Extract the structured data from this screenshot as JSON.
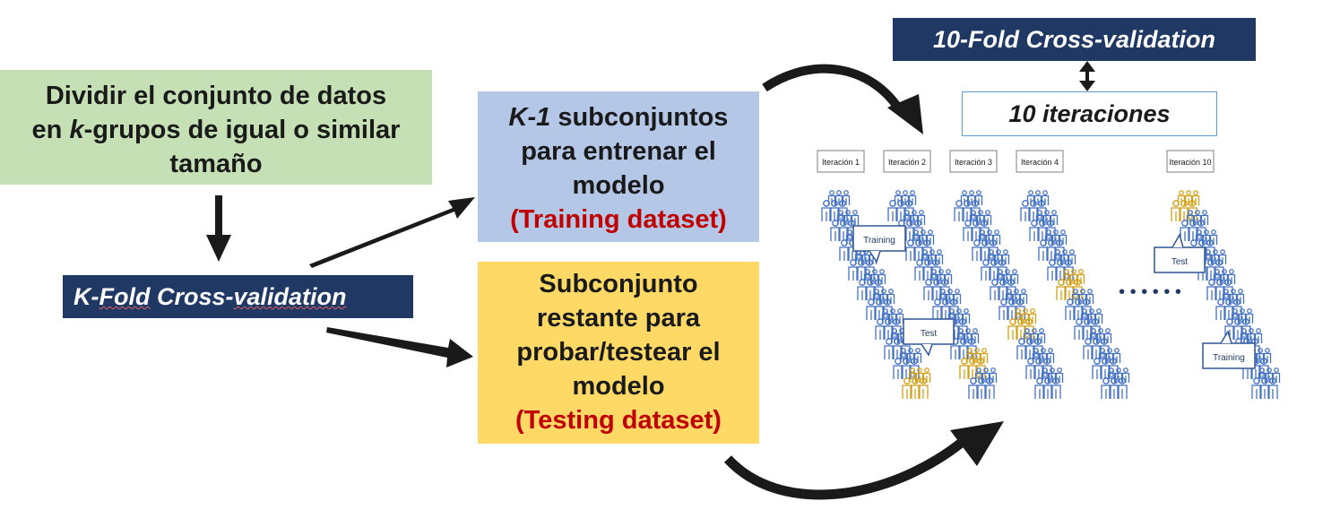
{
  "divide_box": {
    "line1": "Dividir el conjunto de datos",
    "line2_pre": "en ",
    "line2_k": "k",
    "line2_post": "-grupos de igual o similar",
    "line3": "tamaño"
  },
  "kfold_box": {
    "part1": "K-",
    "part2": "Fold",
    "part3": " Cross-",
    "part4": "validation"
  },
  "train_box": {
    "k1": "K-1",
    "line1_post": " subconjuntos",
    "line2": "para entrenar el",
    "line3": "modelo",
    "line4": "(Training dataset)"
  },
  "test_box": {
    "line1": "Subconjunto",
    "line2": "restante para",
    "line3": "probar/testear el",
    "line4": "modelo",
    "line5": "(Testing dataset)"
  },
  "tenfold_box": {
    "label": "10-Fold Cross-validation"
  },
  "iter_box": {
    "label": "10 iteraciones"
  },
  "figure": {
    "iterations": [
      "Iteración 1",
      "Iteración 2",
      "Iteración 3",
      "Iteración 4",
      "Iteración 10"
    ],
    "training_label": "Training",
    "test_label": "Test",
    "ellipsis": "• • •     • • •"
  },
  "colors": {
    "green_box": "#c5e0b4",
    "blue_box": "#b4c7e7",
    "yellow_box": "#ffd966",
    "navy": "#1f3864",
    "red_text": "#c00000",
    "person_blue": "#4472c4",
    "person_gold": "#d4a017"
  }
}
